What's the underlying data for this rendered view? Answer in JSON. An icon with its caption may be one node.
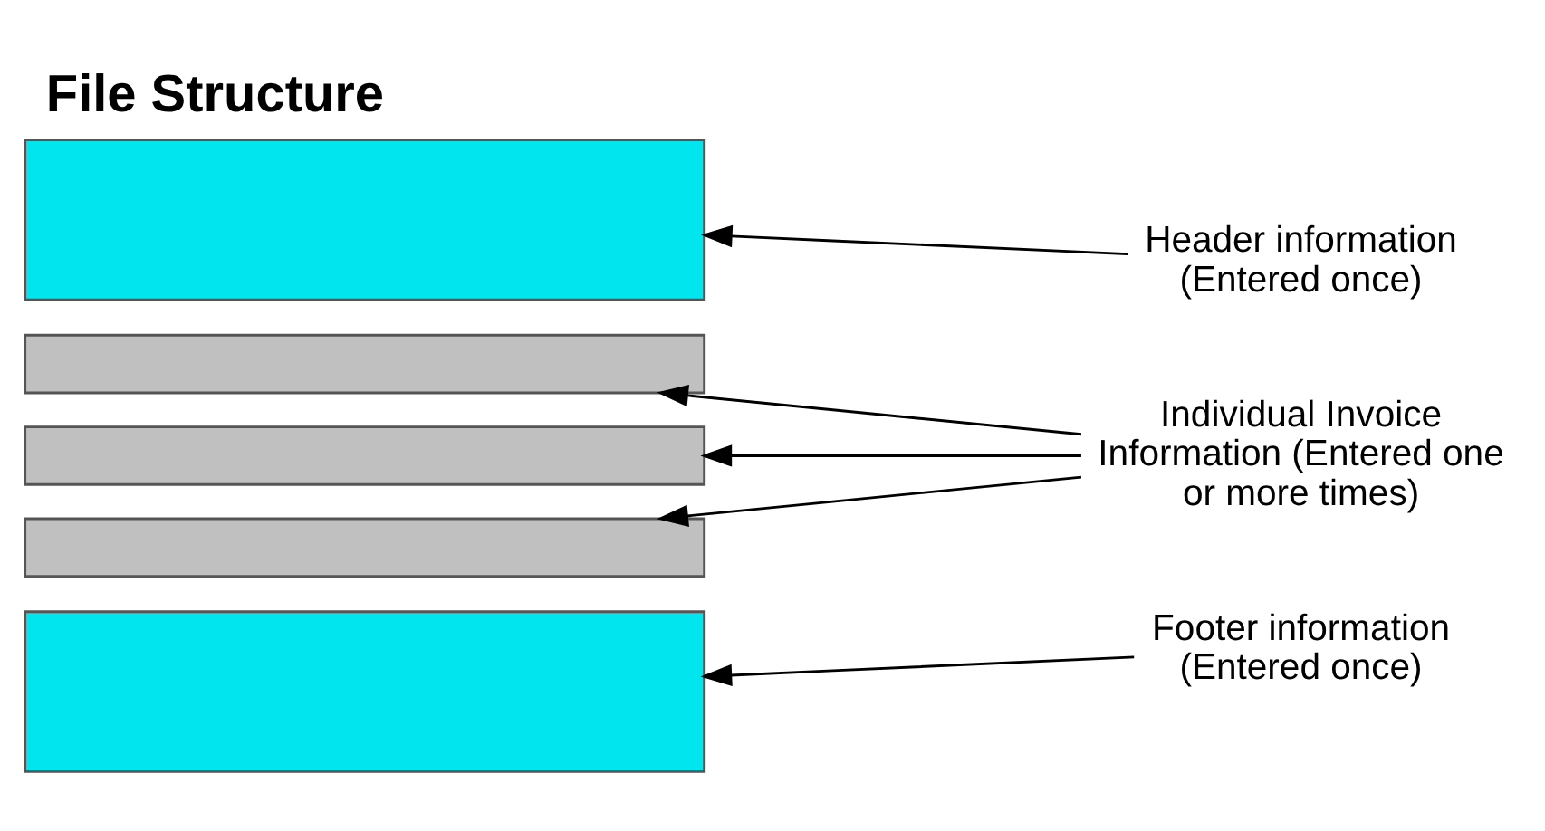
{
  "diagram": {
    "title": "File Structure",
    "nodes": [
      {
        "text": [],
        "shape": "box"
      },
      {
        "text": [],
        "shape": "bar"
      },
      {
        "text": [],
        "shape": "bar"
      },
      {
        "text": [],
        "shape": "bar"
      },
      {
        "text": [],
        "shape": "box"
      },
      {
        "text": [
          "Header information (Entered once)"
        ]
      },
      {
        "text": [
          "Individual Invoice Information (Entered one or more times)"
        ]
      },
      {
        "text": [
          "Footer information (Entered once)"
        ]
      }
    ],
    "edges": [
      {
        "from": 5,
        "to": 0,
        "arrow": "to"
      },
      {
        "from": 6,
        "to": 1,
        "arrow": "to"
      },
      {
        "from": 6,
        "to": 2,
        "arrow": "to"
      },
      {
        "from": 6,
        "to": 3,
        "arrow": "to"
      },
      {
        "from": 7,
        "to": 4,
        "arrow": "to"
      }
    ]
  }
}
